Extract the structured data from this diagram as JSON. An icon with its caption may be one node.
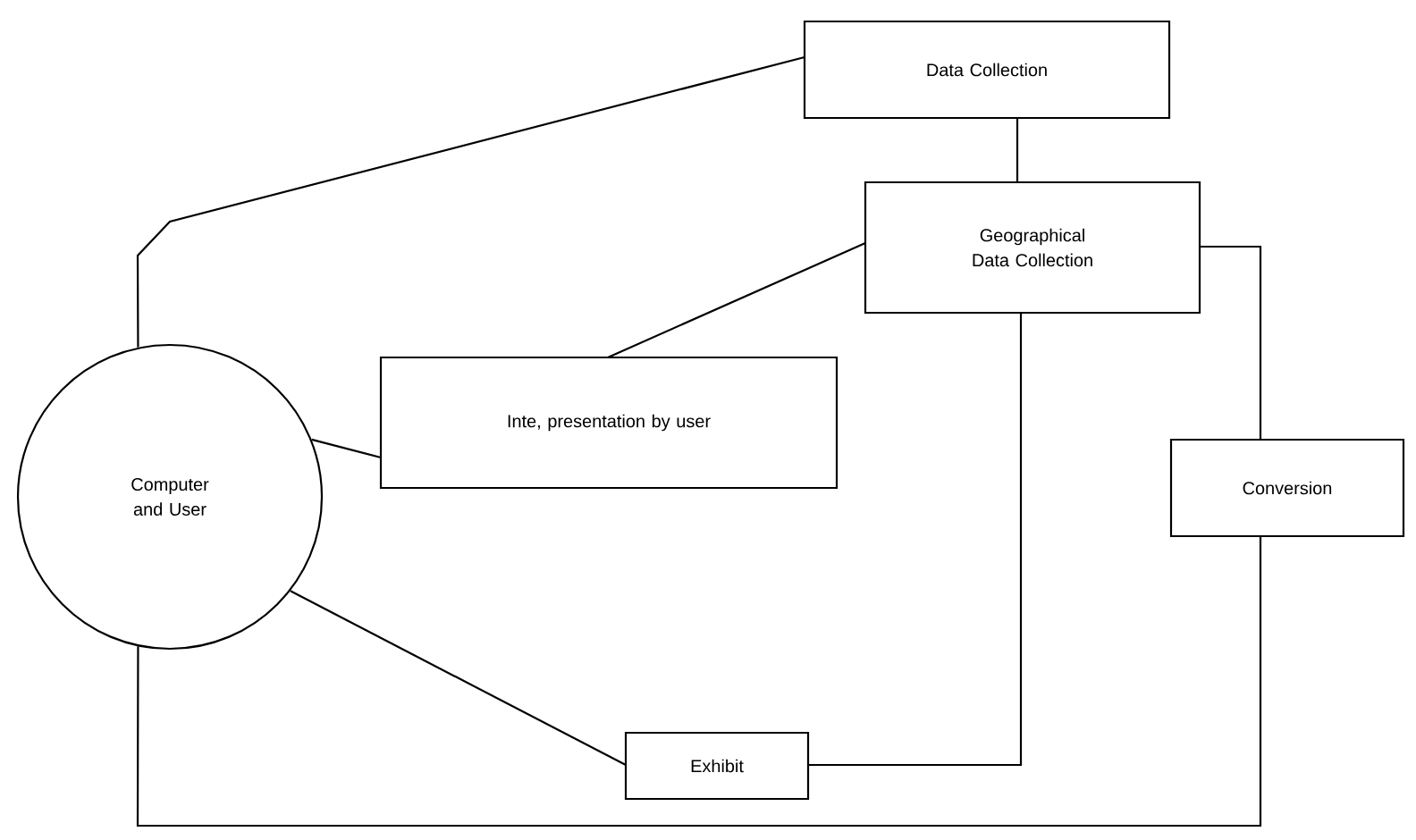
{
  "diagram": {
    "nodes": [
      {
        "text": [
          "Data Collection"
        ]
      },
      {
        "text": [
          "Geographical Data Collection"
        ]
      },
      {
        "text": [
          "Computer and User"
        ]
      },
      {
        "text": [
          "Inte, presentation by user"
        ]
      },
      {
        "text": [
          "Conversion"
        ]
      },
      {
        "text": [
          "Exhibit"
        ]
      }
    ],
    "edges": [
      {
        "from": 0,
        "to": 2,
        "arrow": "none"
      },
      {
        "from": 0,
        "to": 1,
        "arrow": "none"
      },
      {
        "from": 1,
        "to": 3,
        "arrow": "none"
      },
      {
        "from": 3,
        "to": 2,
        "arrow": "none"
      },
      {
        "from": 2,
        "to": 5,
        "arrow": "none"
      },
      {
        "from": 5,
        "to": 1,
        "arrow": "none"
      },
      {
        "from": 1,
        "to": 4,
        "arrow": "none"
      },
      {
        "from": 4,
        "to": 2,
        "arrow": "none"
      }
    ]
  }
}
